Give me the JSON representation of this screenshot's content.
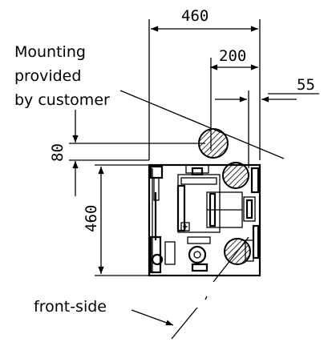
{
  "dimensions": {
    "overall_width": "460",
    "inner_width": "200",
    "offset": "55",
    "gap_height": "80",
    "cabinet_height": "460"
  },
  "annotations": {
    "mounting_line1": "Mounting",
    "mounting_line2": "provided",
    "mounting_line3": "by customer",
    "front_side": "front-side"
  }
}
